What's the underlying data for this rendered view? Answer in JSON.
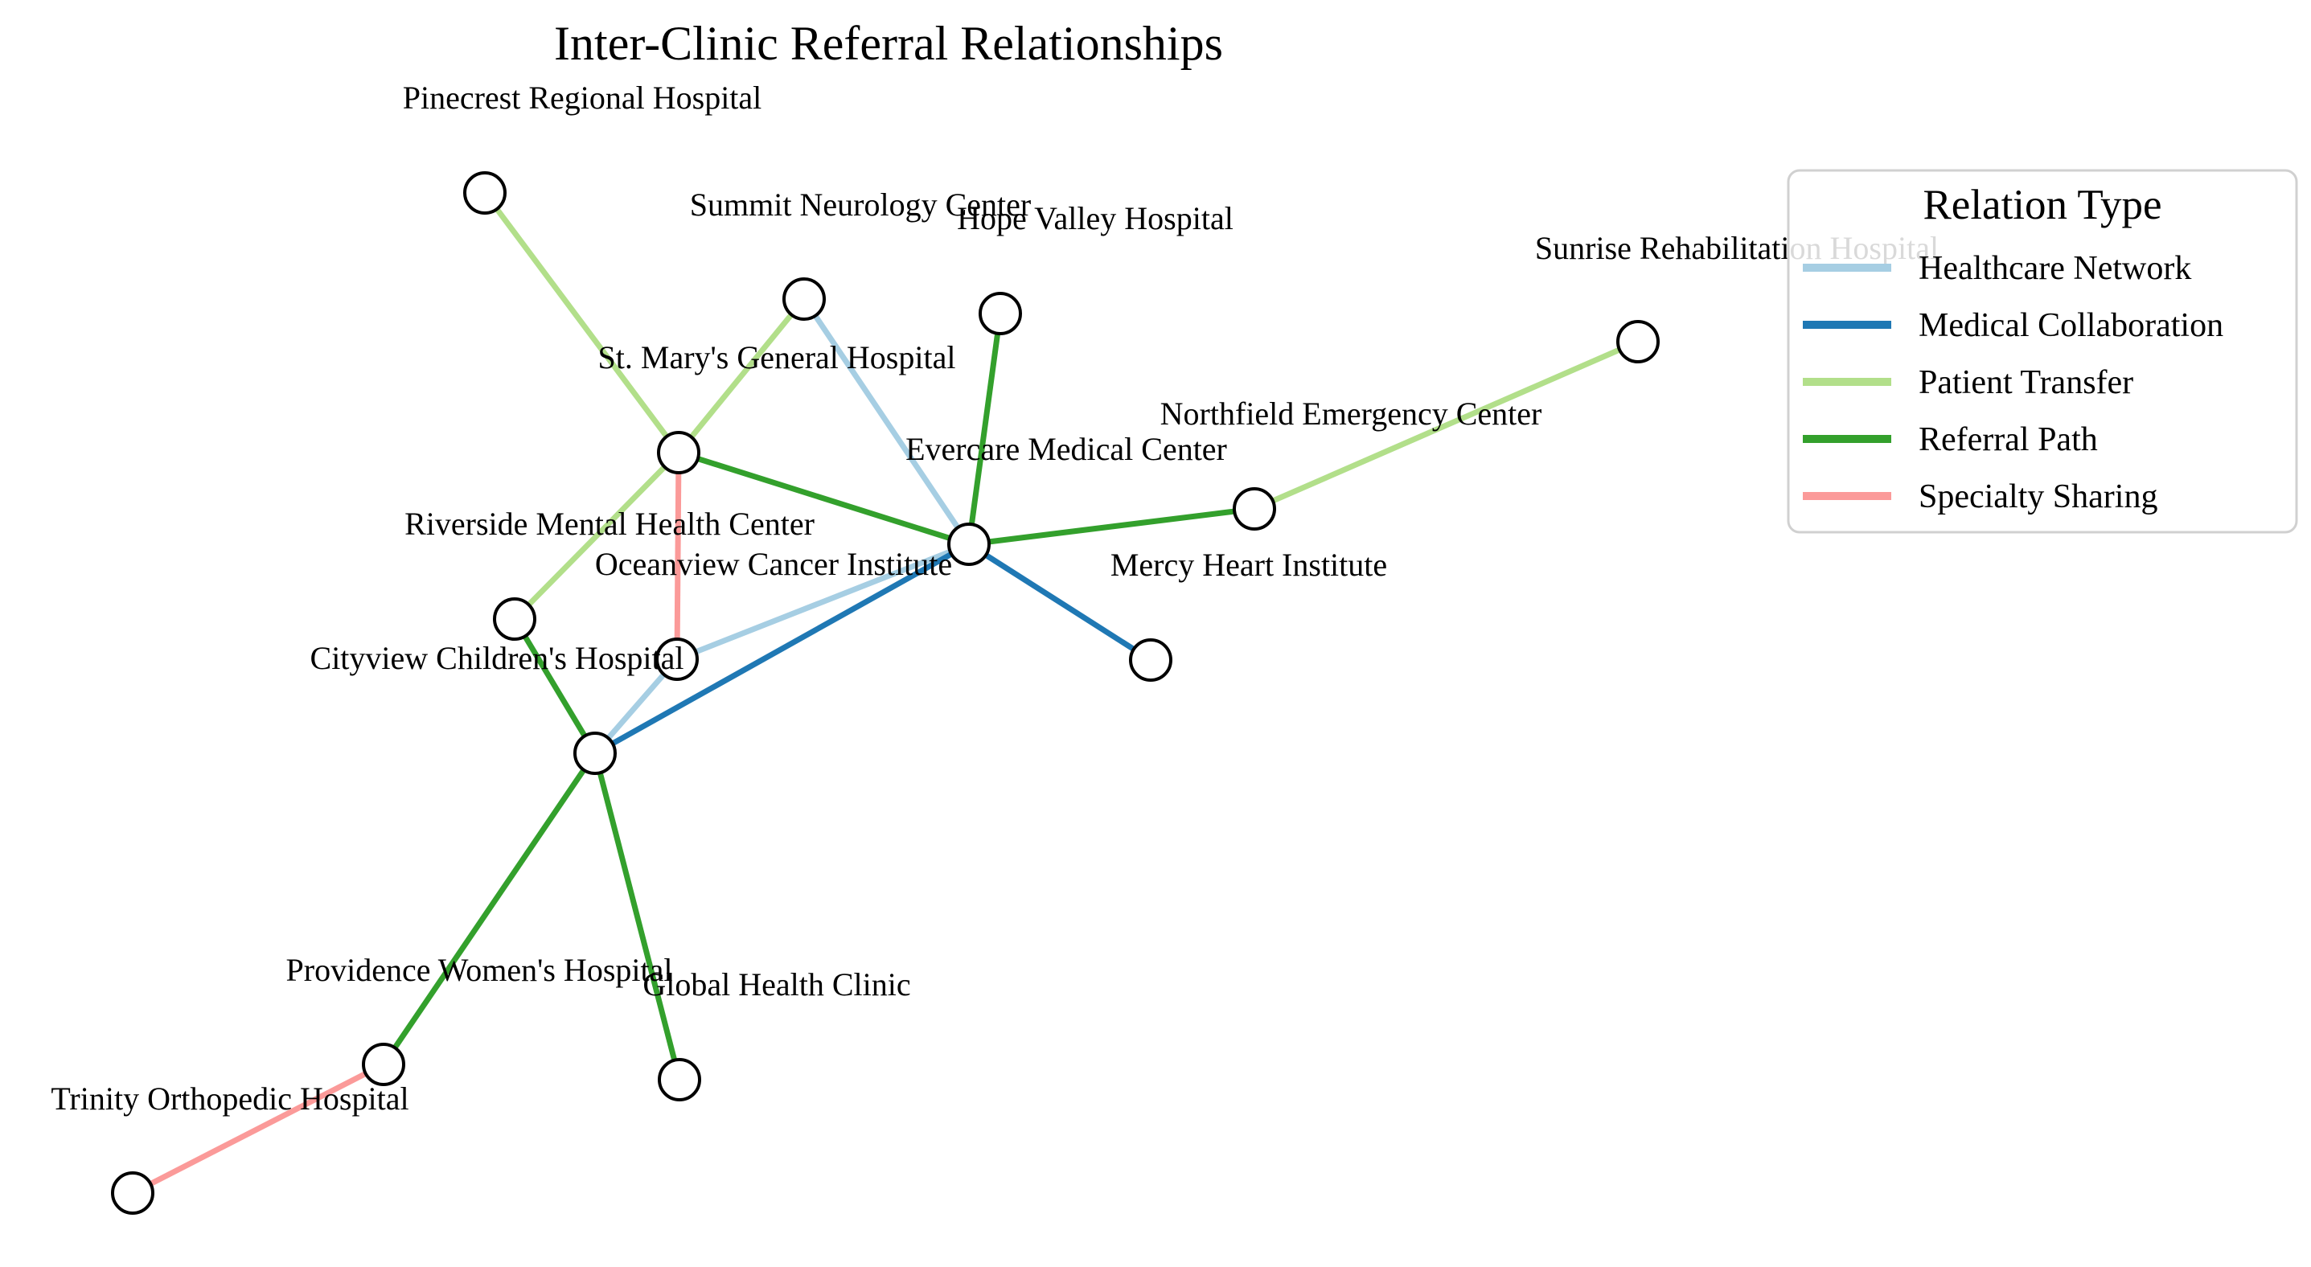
{
  "title": "Inter-Clinic Referral Relationships",
  "legend": {
    "title": "Relation Type",
    "items": [
      {
        "key": "healthcare_network",
        "label": "Healthcare Network",
        "color": "#a6cee3"
      },
      {
        "key": "medical_collaboration",
        "label": "Medical Collaboration",
        "color": "#1f78b4"
      },
      {
        "key": "patient_transfer",
        "label": "Patient Transfer",
        "color": "#b2df8a"
      },
      {
        "key": "referral_path",
        "label": "Referral Path",
        "color": "#33a02c"
      },
      {
        "key": "specialty_sharing",
        "label": "Specialty Sharing",
        "color": "#fb9a99"
      }
    ]
  },
  "nodes": [
    {
      "id": "pinecrest",
      "label": "Pinecrest Regional Hospital"
    },
    {
      "id": "summit",
      "label": "Summit Neurology Center"
    },
    {
      "id": "hopevalley",
      "label": "Hope Valley Hospital"
    },
    {
      "id": "sunrise",
      "label": "Sunrise Rehabilitation Hospital"
    },
    {
      "id": "stmarys",
      "label": "St. Mary's General Hospital"
    },
    {
      "id": "northfield",
      "label": "Northfield Emergency Center"
    },
    {
      "id": "evercare",
      "label": "Evercare Medical Center"
    },
    {
      "id": "riverside",
      "label": "Riverside Mental Health Center"
    },
    {
      "id": "oceanview",
      "label": "Oceanview Cancer Institute"
    },
    {
      "id": "mercy",
      "label": "Mercy Heart Institute"
    },
    {
      "id": "cityview",
      "label": "Cityview Children's Hospital"
    },
    {
      "id": "providence",
      "label": "Providence Women's Hospital"
    },
    {
      "id": "global",
      "label": "Global Health Clinic"
    },
    {
      "id": "trinity",
      "label": "Trinity Orthopedic Hospital"
    }
  ],
  "edges": [
    {
      "source": "pinecrest",
      "target": "stmarys",
      "type": "patient_transfer"
    },
    {
      "source": "summit",
      "target": "stmarys",
      "type": "patient_transfer"
    },
    {
      "source": "summit",
      "target": "evercare",
      "type": "healthcare_network"
    },
    {
      "source": "hopevalley",
      "target": "evercare",
      "type": "referral_path"
    },
    {
      "source": "stmarys",
      "target": "evercare",
      "type": "referral_path"
    },
    {
      "source": "stmarys",
      "target": "riverside",
      "type": "patient_transfer"
    },
    {
      "source": "stmarys",
      "target": "oceanview",
      "type": "specialty_sharing"
    },
    {
      "source": "evercare",
      "target": "northfield",
      "type": "referral_path"
    },
    {
      "source": "northfield",
      "target": "sunrise",
      "type": "patient_transfer"
    },
    {
      "source": "evercare",
      "target": "mercy",
      "type": "medical_collaboration"
    },
    {
      "source": "evercare",
      "target": "oceanview",
      "type": "healthcare_network"
    },
    {
      "source": "oceanview",
      "target": "cityview",
      "type": "healthcare_network"
    },
    {
      "source": "evercare",
      "target": "cityview",
      "type": "medical_collaboration"
    },
    {
      "source": "riverside",
      "target": "cityview",
      "type": "referral_path"
    },
    {
      "source": "cityview",
      "target": "providence",
      "type": "referral_path"
    },
    {
      "source": "cityview",
      "target": "global",
      "type": "referral_path"
    },
    {
      "source": "providence",
      "target": "trinity",
      "type": "specialty_sharing"
    }
  ]
}
